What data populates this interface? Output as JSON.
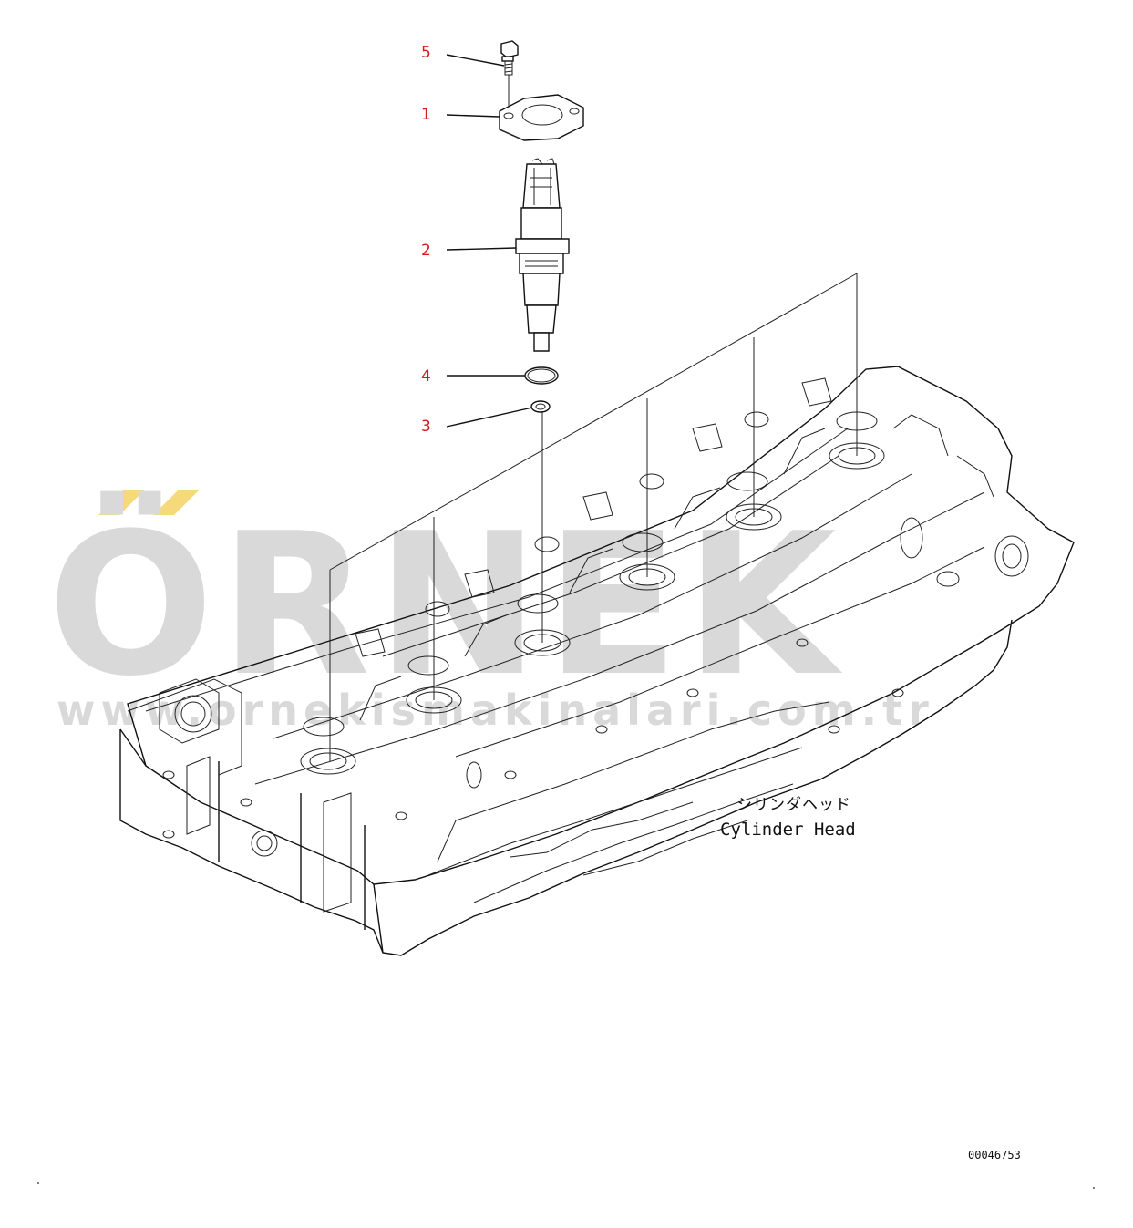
{
  "callouts": {
    "bolt": "5",
    "clamp": "1",
    "injector": "2",
    "o_ring": "4",
    "washer": "3"
  },
  "label": {
    "jp": "シリンダヘッド",
    "en": "Cylinder Head"
  },
  "drawing_number": "00046753",
  "watermark": {
    "word": "ÖRNEK",
    "url": "www.ornekismakinalari.com.tr",
    "accent_color": "#f5d97a",
    "text_color": "#d9d9d9"
  },
  "colors": {
    "callout": "#d11a1a",
    "line": "#111111"
  }
}
